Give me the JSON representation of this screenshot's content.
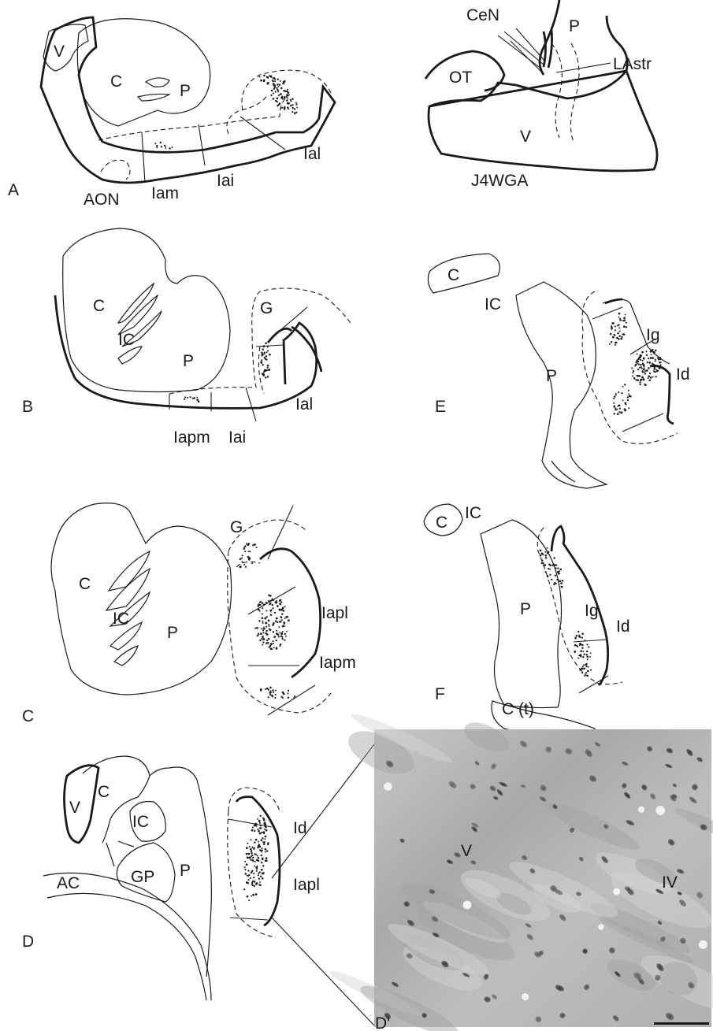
{
  "panels": {
    "A": {
      "letter": "A",
      "labels": {
        "V": "V",
        "C": "C",
        "P": "P",
        "AON": "AON",
        "Iam": "Iam",
        "Iai": "Iai",
        "Ial": "Ial"
      }
    },
    "inset": {
      "labels": {
        "CeN": "CeN",
        "P": "P",
        "LAstr": "LAstr",
        "OT": "OT",
        "V": "V",
        "tracer": "J4WGA"
      }
    },
    "B": {
      "letter": "B",
      "labels": {
        "C": "C",
        "IC": "IC",
        "P": "P",
        "G": "G",
        "Ial": "Ial",
        "Iapm": "Iapm",
        "Iai": "Iai"
      }
    },
    "C": {
      "letter": "C",
      "labels": {
        "C": "C",
        "IC": "IC",
        "P": "P",
        "G": "G",
        "Iapl": "Iapl",
        "Iapm": "Iapm"
      }
    },
    "D": {
      "letter": "D",
      "labels": {
        "V": "V",
        "C": "C",
        "IC": "IC",
        "GP": "GP",
        "P": "P",
        "AC": "AC",
        "Id": "Id",
        "Iapl": "Iapl"
      }
    },
    "E": {
      "letter": "E",
      "labels": {
        "C": "C",
        "IC": "IC",
        "P": "P",
        "Ig": "Ig",
        "Id": "Id"
      }
    },
    "F": {
      "letter": "F",
      "labels": {
        "C": "C",
        "IC": "IC",
        "P": "P",
        "Ig": "Ig",
        "Id": "Id",
        "Ct": "C (t)"
      }
    },
    "Dprime": {
      "letter": "D'",
      "labels": {
        "V": "V",
        "IV": "IV"
      }
    }
  },
  "colors": {
    "ink": "#1a1a1a",
    "micrograph_bg": "#b9b9b9",
    "cell": "#3a3a3a"
  }
}
